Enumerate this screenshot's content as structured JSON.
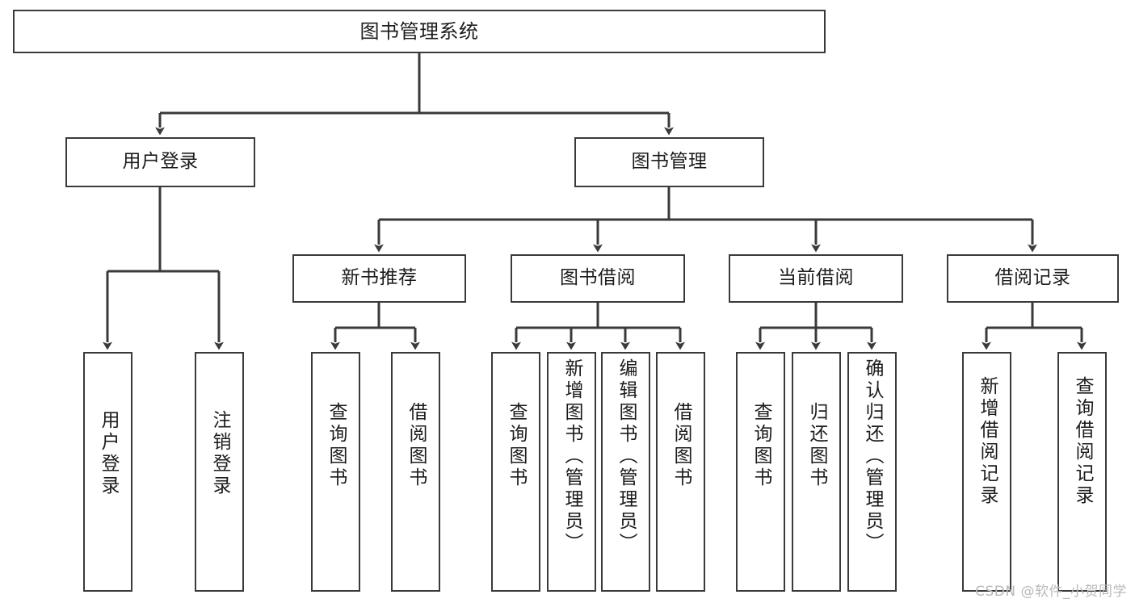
{
  "diagram": {
    "type": "tree-hierarchy",
    "title": "图书管理系统",
    "orientation": "top-down",
    "watermark": "CSDN @软件_小贺同学",
    "colors": {
      "box_border": "#3a3a3a",
      "box_fill": "#ffffff",
      "connector": "#3a3a3a",
      "text": "#1c1c1c",
      "watermark": "#b9b9b9",
      "background": "#ffffff"
    },
    "nodes": {
      "root": {
        "id": "root",
        "label": "图书管理系统",
        "level": 1
      },
      "level2": [
        {
          "id": "user-login",
          "label": "用户登录",
          "level": 2
        },
        {
          "id": "book-management",
          "label": "图书管理",
          "level": 2
        }
      ],
      "level3": [
        {
          "id": "new-book-recommend",
          "label": "新书推荐",
          "level": 3,
          "parent": "book-management"
        },
        {
          "id": "book-borrow",
          "label": "图书借阅",
          "level": 3,
          "parent": "book-management"
        },
        {
          "id": "current-borrow",
          "label": "当前借阅",
          "level": 3,
          "parent": "book-management"
        },
        {
          "id": "borrow-record",
          "label": "借阅记录",
          "level": 3,
          "parent": "book-management"
        }
      ],
      "leaves": [
        {
          "id": "leaf-user-login",
          "label": "用户登录",
          "parent": "user-login"
        },
        {
          "id": "leaf-logout",
          "label": "注销登录",
          "parent": "user-login"
        },
        {
          "id": "leaf-query-book-1",
          "label": "查询图书",
          "parent": "new-book-recommend"
        },
        {
          "id": "leaf-borrow-book-1",
          "label": "借阅图书",
          "parent": "new-book-recommend"
        },
        {
          "id": "leaf-query-book-2",
          "label": "查询图书",
          "parent": "book-borrow"
        },
        {
          "id": "leaf-add-book",
          "label": "新增图书（管理员）",
          "parent": "book-borrow"
        },
        {
          "id": "leaf-edit-book",
          "label": "编辑图书（管理员）",
          "parent": "book-borrow"
        },
        {
          "id": "leaf-borrow-book-2",
          "label": "借阅图书",
          "parent": "book-borrow"
        },
        {
          "id": "leaf-query-book-3",
          "label": "查询图书",
          "parent": "current-borrow"
        },
        {
          "id": "leaf-return-book",
          "label": "归还图书",
          "parent": "current-borrow"
        },
        {
          "id": "leaf-confirm-return",
          "label": "确认归还（管理员）",
          "parent": "current-borrow"
        },
        {
          "id": "leaf-add-record",
          "label": "新增借阅记录",
          "parent": "borrow-record"
        },
        {
          "id": "leaf-query-record",
          "label": "查询借阅记录",
          "parent": "borrow-record"
        }
      ]
    },
    "edges": [
      {
        "from": "root",
        "to": "user-login"
      },
      {
        "from": "root",
        "to": "book-management"
      },
      {
        "from": "user-login",
        "to": "leaf-user-login"
      },
      {
        "from": "user-login",
        "to": "leaf-logout"
      },
      {
        "from": "book-management",
        "to": "new-book-recommend"
      },
      {
        "from": "book-management",
        "to": "book-borrow"
      },
      {
        "from": "book-management",
        "to": "current-borrow"
      },
      {
        "from": "book-management",
        "to": "borrow-record"
      },
      {
        "from": "new-book-recommend",
        "to": "leaf-query-book-1"
      },
      {
        "from": "new-book-recommend",
        "to": "leaf-borrow-book-1"
      },
      {
        "from": "book-borrow",
        "to": "leaf-query-book-2"
      },
      {
        "from": "book-borrow",
        "to": "leaf-add-book"
      },
      {
        "from": "book-borrow",
        "to": "leaf-edit-book"
      },
      {
        "from": "book-borrow",
        "to": "leaf-borrow-book-2"
      },
      {
        "from": "current-borrow",
        "to": "leaf-query-book-3"
      },
      {
        "from": "current-borrow",
        "to": "leaf-return-book"
      },
      {
        "from": "current-borrow",
        "to": "leaf-confirm-return"
      },
      {
        "from": "borrow-record",
        "to": "leaf-add-record"
      },
      {
        "from": "borrow-record",
        "to": "leaf-query-record"
      }
    ]
  }
}
